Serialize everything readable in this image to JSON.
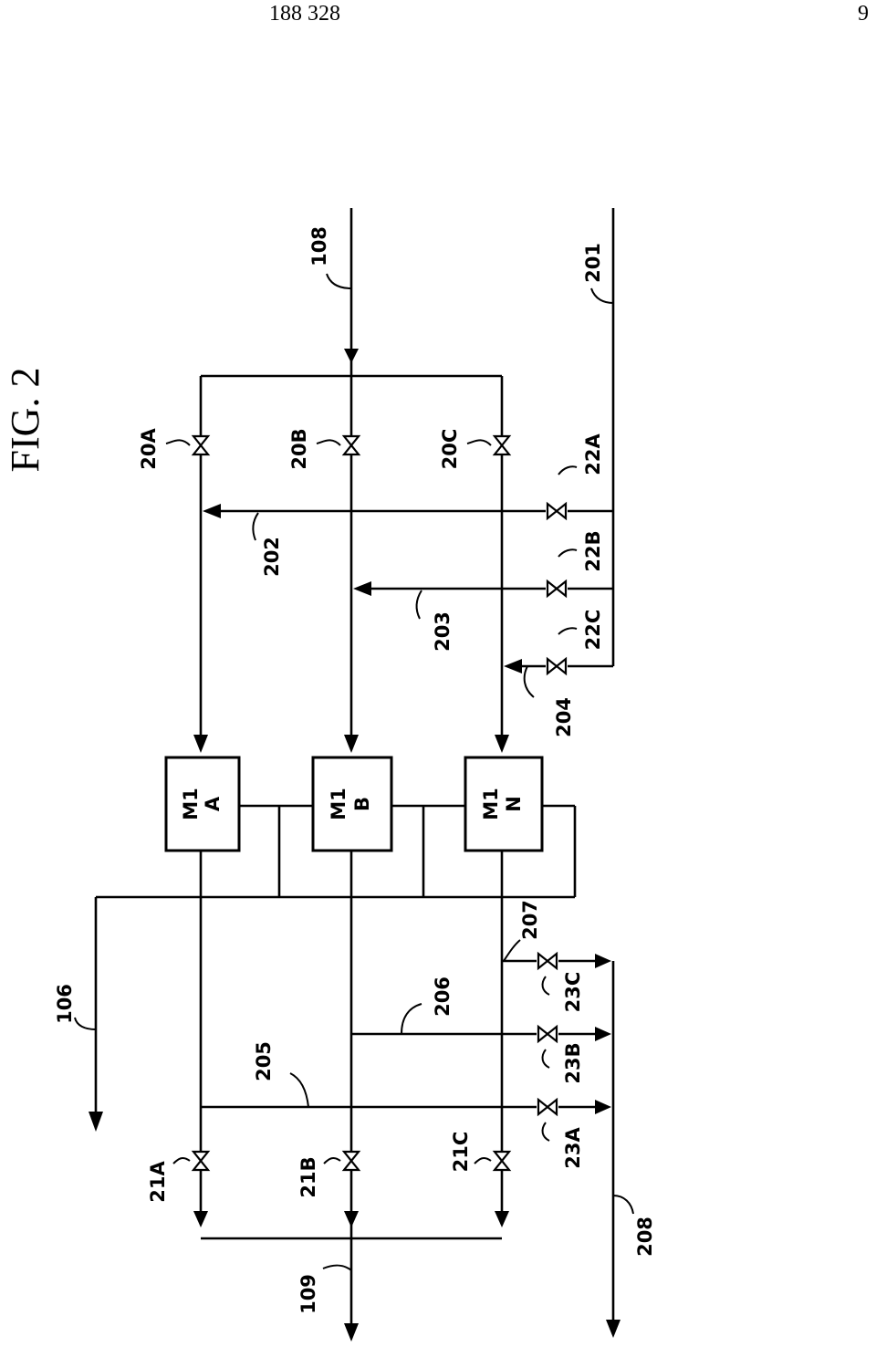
{
  "header": {
    "page_number": "188 328",
    "sheet_number": "9"
  },
  "figure": {
    "title": "FIG. 2"
  },
  "modules": [
    {
      "line1": "M1",
      "line2": "A"
    },
    {
      "line1": "M1",
      "line2": "B"
    },
    {
      "line1": "M1",
      "line2": "N"
    }
  ],
  "labels": {
    "l108": "108",
    "l201": "201",
    "l202": "202",
    "l203": "203",
    "l204": "204",
    "l20A": "20A",
    "l20B": "20B",
    "l20C": "20C",
    "l22A": "22A",
    "l22B": "22B",
    "l22C": "22C",
    "l106": "106",
    "l205": "205",
    "l206": "206",
    "l207": "207",
    "l21A": "21A",
    "l21B": "21B",
    "l21C": "21C",
    "l23A": "23A",
    "l23B": "23B",
    "l23C": "23C",
    "l109": "109",
    "l208": "208"
  }
}
